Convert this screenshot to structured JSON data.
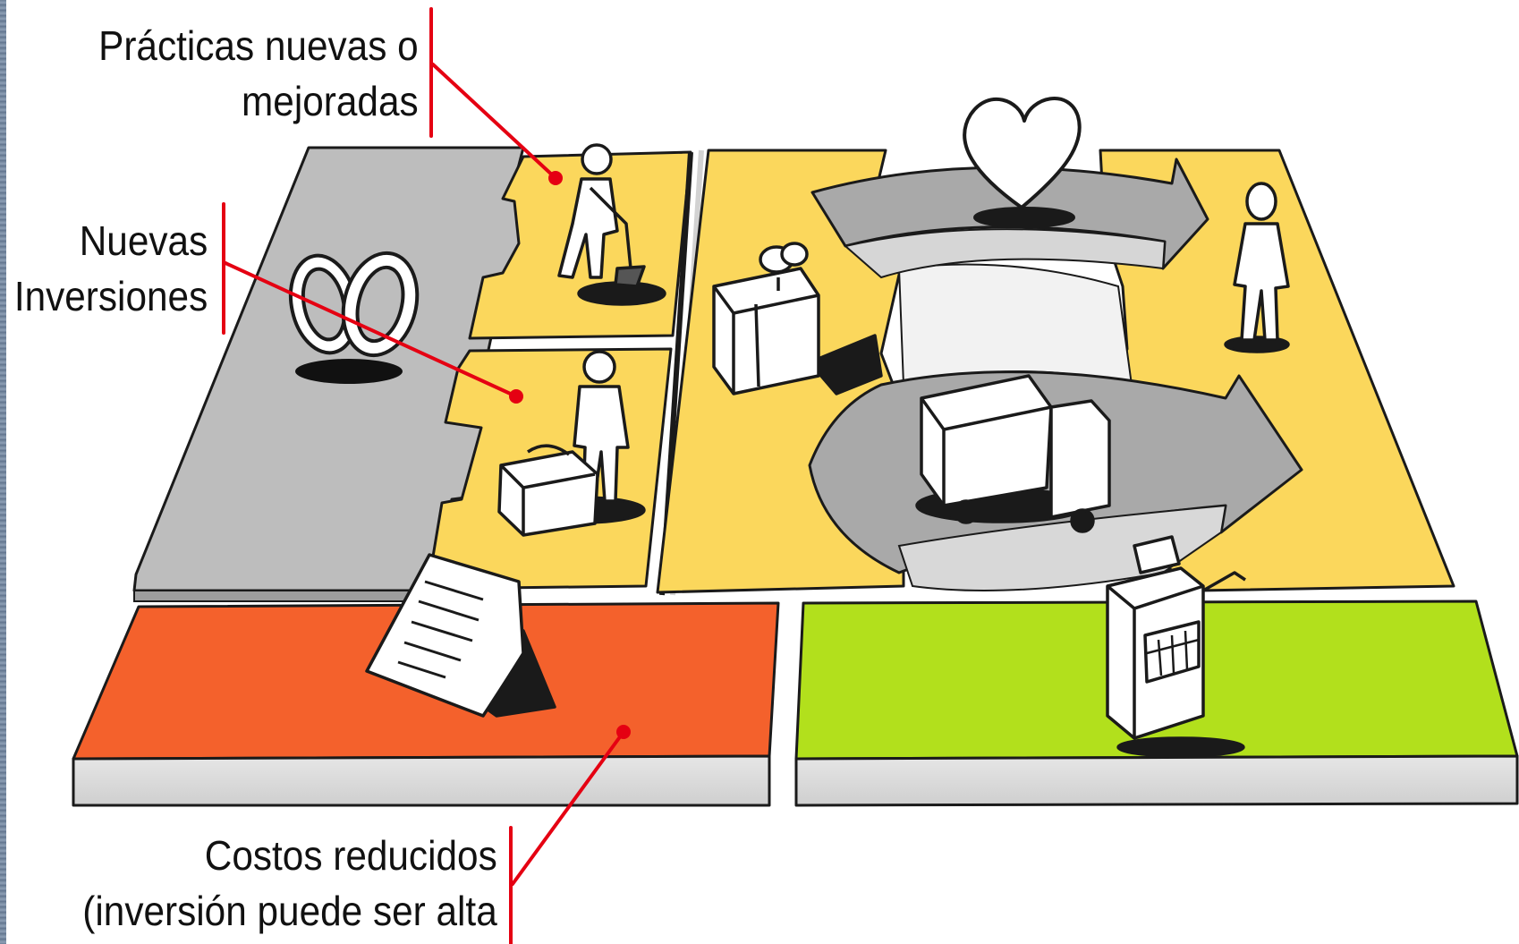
{
  "callouts": [
    {
      "id": "practicas",
      "lines": [
        "Prácticas nuevas o",
        "mejoradas"
      ]
    },
    {
      "id": "inversiones",
      "lines": [
        "Nuevas",
        "Inversiones"
      ]
    },
    {
      "id": "costos",
      "lines": [
        "Costos reducidos",
        "(inversión puede ser alta"
      ]
    }
  ],
  "colors": {
    "partners_block": "#bdbdbd",
    "activities_block": "#fbd75c",
    "value_block": "#fbd75c",
    "cost_block": "#f4612c",
    "revenue_block": "#b2e01c",
    "callout_line": "#e50012",
    "sketch_ink": "#1a1a1a"
  },
  "icons": [
    "rings-icon",
    "digging-person-icon",
    "person-with-box-icon",
    "document-icon",
    "gift-icon",
    "heart-icon",
    "truck-icon",
    "person-icon",
    "cash-register-icon"
  ]
}
